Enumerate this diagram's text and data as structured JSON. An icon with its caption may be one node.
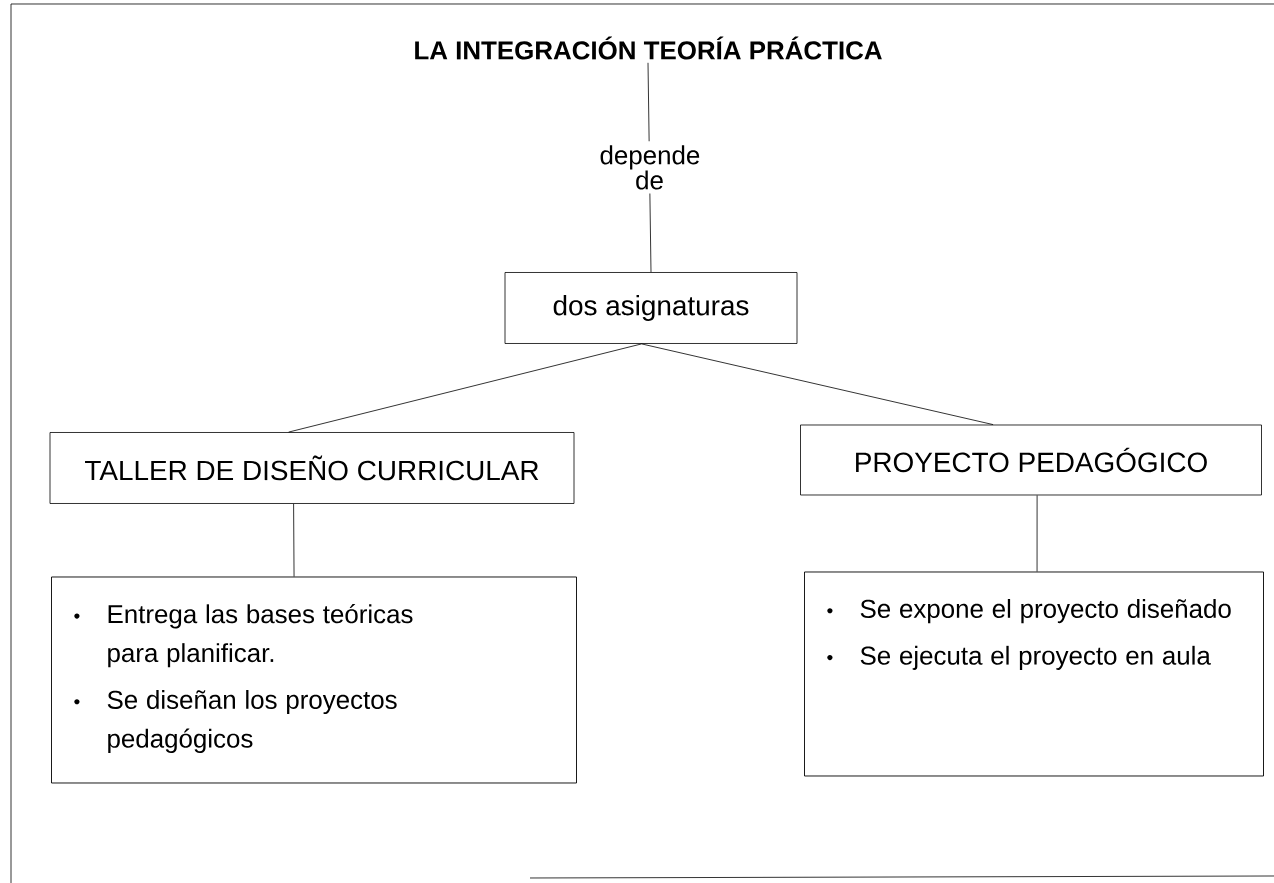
{
  "diagram": {
    "nodes": [
      {
        "text": [
          "LA INTEGRACIÓN TEORÍA PRÁCTICA"
        ]
      },
      {
        "text": [
          "dos asignaturas"
        ]
      },
      {
        "text": [
          "TALLER DE DISEÑO CURRICULAR"
        ]
      },
      {
        "text": [
          "PROYECTO PEDAGÓGICO"
        ]
      },
      {
        "text": [
          "Entrega las bases teóricas para planificar.",
          "Se diseñan los proyectos pedagógicos"
        ]
      },
      {
        "text": [
          "Se expone el proyecto diseñado",
          "Se ejecuta el proyecto en aula"
        ]
      }
    ],
    "edges": [
      {
        "from": 0,
        "to": 1,
        "arrow": "none",
        "label": "depende de"
      },
      {
        "from": 1,
        "to": 2,
        "arrow": "none"
      },
      {
        "from": 1,
        "to": 3,
        "arrow": "none"
      },
      {
        "from": 2,
        "to": 4,
        "arrow": "none"
      },
      {
        "from": 3,
        "to": 5,
        "arrow": "none"
      }
    ]
  }
}
